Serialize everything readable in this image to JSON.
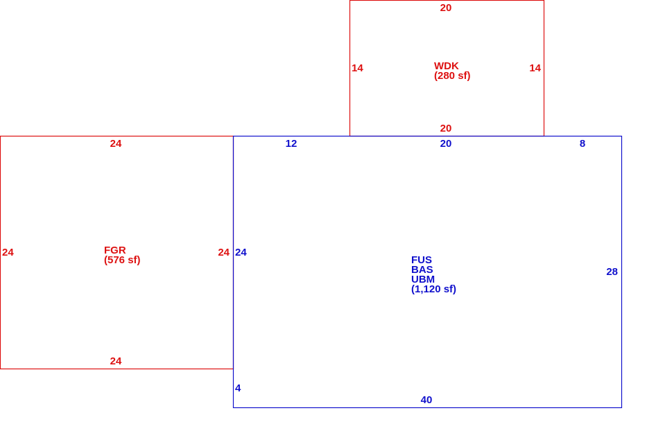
{
  "colors": {
    "garage_deck": "#dd1111",
    "main_building": "#1010cc",
    "background": "#ffffff"
  },
  "areas": {
    "wdk": {
      "code": "WDK",
      "area": "(280 sf)",
      "dims": {
        "top": "20",
        "bottom": "20",
        "left": "14",
        "right": "14"
      }
    },
    "fgr": {
      "code": "FGR",
      "area": "(576 sf)",
      "dims": {
        "top": "24",
        "bottom": "24",
        "left": "24",
        "right": "24"
      }
    },
    "main": {
      "codes": [
        "FUS",
        "BAS",
        "UBM"
      ],
      "area": "(1,120 sf)",
      "dims": {
        "top_left": "12",
        "top_middle": "20",
        "top_right": "8",
        "left_upper": "24",
        "left_lower": "4",
        "right": "28",
        "bottom": "40"
      }
    }
  }
}
